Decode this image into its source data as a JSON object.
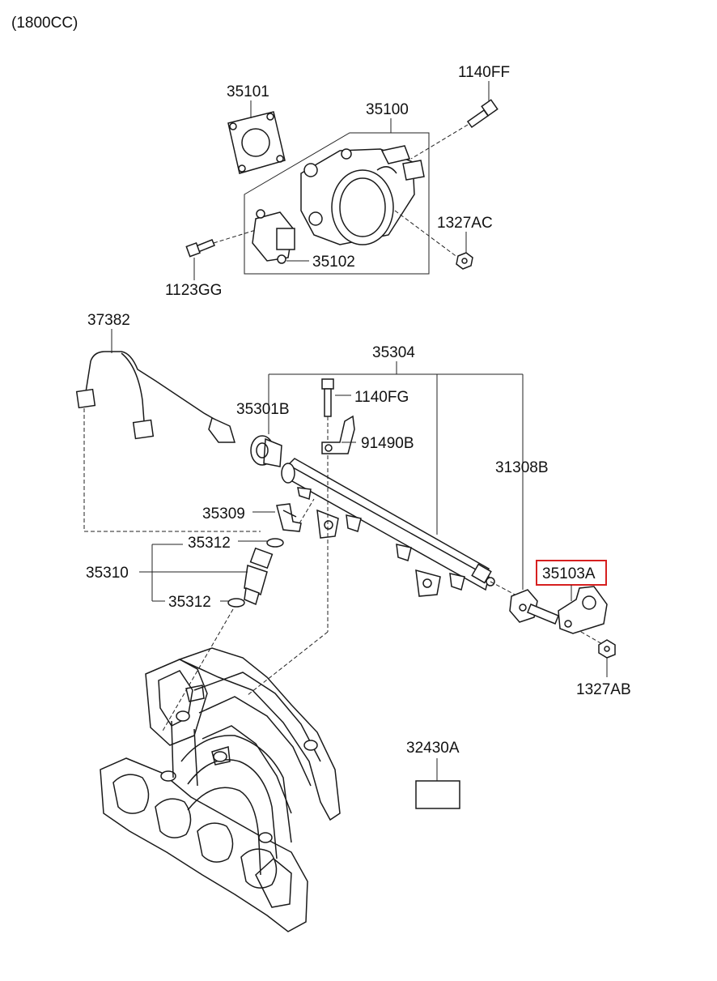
{
  "header": {
    "engine": "(1800CC)"
  },
  "labels": {
    "l35101": "35101",
    "l35100": "35100",
    "l1140FF": "1140FF",
    "l1327AC": "1327AC",
    "l35102": "35102",
    "l1123GG": "1123GG",
    "l37382": "37382",
    "l35304": "35304",
    "l35301B": "35301B",
    "l1140FG": "1140FG",
    "l91490B": "91490B",
    "l31308B": "31308B",
    "l35309": "35309",
    "l35312a": "35312",
    "l35310": "35310",
    "l35312b": "35312",
    "l35103A": "35103A",
    "l1327AB": "1327AB",
    "l32430A": "32430A"
  },
  "colors": {
    "highlight": "#d62020",
    "line": "#222222"
  }
}
